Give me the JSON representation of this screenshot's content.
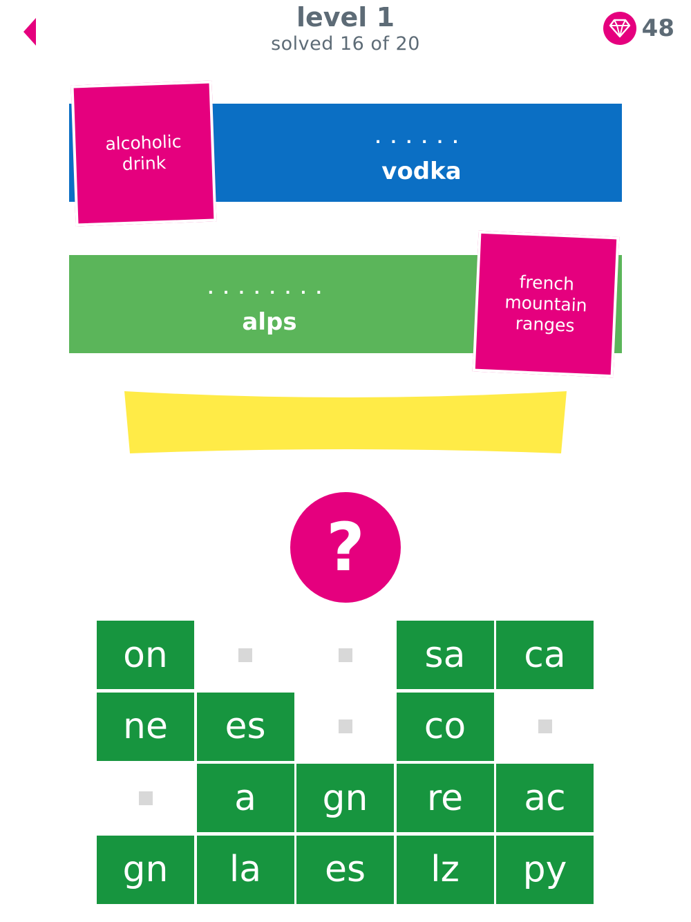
{
  "header": {
    "level_title": "level 1",
    "progress": "solved 16 of 20",
    "gem_count": "48",
    "back_icon": "back-arrow-icon",
    "gem_icon": "diamond-icon"
  },
  "clues": [
    {
      "clue": "alcoholic drink",
      "dots": "......",
      "answer": "vodka",
      "color": "#0b6fc4"
    },
    {
      "clue": "french mountain ranges",
      "dots": "........",
      "answer": "alps",
      "color": "#5bb55a"
    }
  ],
  "current_slot": {
    "color": "#ffeb47",
    "text": ""
  },
  "hint": {
    "label": "?",
    "icon": "question-mark-icon"
  },
  "tiles": {
    "rows": [
      [
        "on",
        "",
        "",
        "sa",
        "ca"
      ],
      [
        "ne",
        "es",
        "",
        "co",
        ""
      ],
      [
        "",
        "a",
        "gn",
        "re",
        "ac"
      ],
      [
        "gn",
        "la",
        "es",
        "lz",
        "py"
      ]
    ]
  },
  "colors": {
    "accent": "#e5007e",
    "tile": "#17953f",
    "text_gray": "#5d6b76",
    "empty_marker": "#d8d8d8"
  }
}
